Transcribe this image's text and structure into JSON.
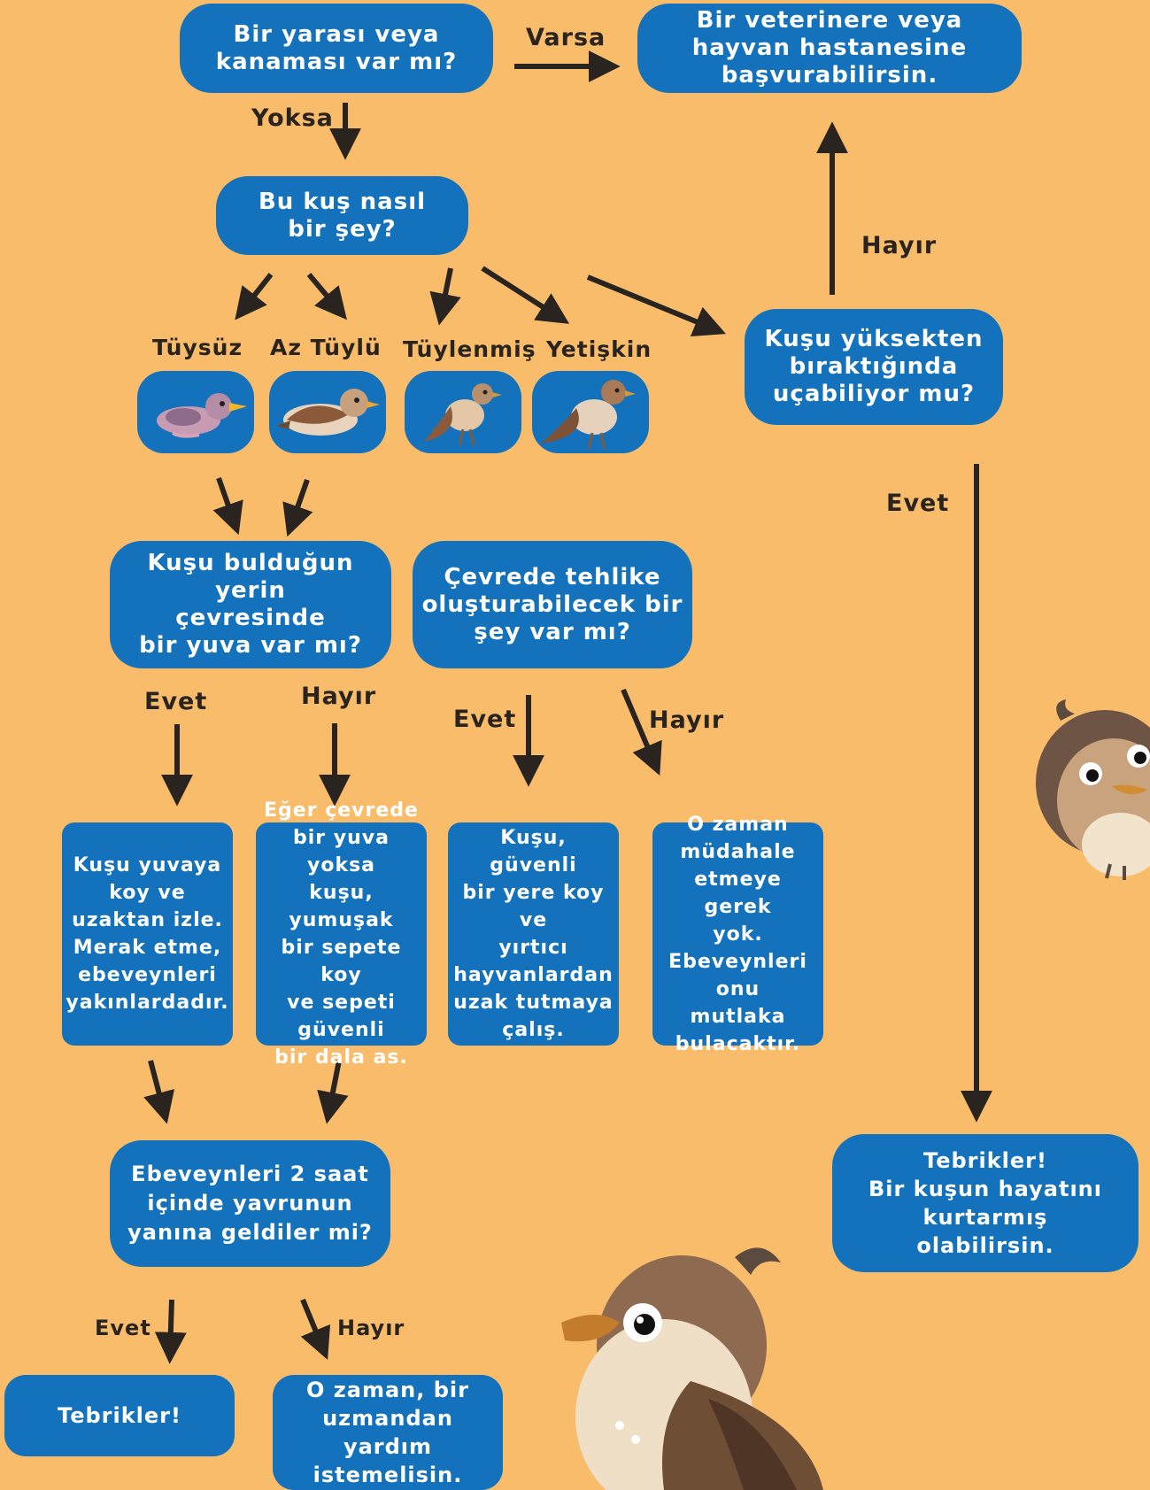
{
  "nodes": {
    "wound_question": "Bir yarası veya\nkanaması var mı?",
    "vet_advice": "Bir veterinere veya\nhayvan hastanesine\nbaşvurabilirsin.",
    "bird_kind_question": "Bu kuş nasıl\nbir şey?",
    "fly_question": "Kuşu yüksekten\nbıraktığında\nuçabiliyor mu?",
    "nest_question": "Kuşu bulduğun yerin\nçevresinde\nbir yuva var mı?",
    "danger_question": "Çevrede tehlike\noluşturabilecek bir\nşey var mı?",
    "nest_yes_action": "Kuşu yuvaya\nkoy ve\nuzaktan izle.\nMerak etme,\nebeveynleri\nyakınlardadır.",
    "nest_no_action": "Eğer çevrede\nbir yuva yoksa\nkuşu, yumuşak\nbir sepete koy\nve sepeti\ngüvenli\nbir dala as.",
    "danger_yes_action": "Kuşu, güvenli\nbir yere koy ve\nyırtıcı\nhayvanlardan\nuzak tutmaya\nçalış.",
    "danger_no_action": "O zaman\nmüdahale\netmeye gerek\nyok.\nEbeveynleri\nonu\nmutlaka\nbulacaktır.",
    "parents_question": "Ebeveynleri 2 saat\niçinde yavrunun\nyanına geldiler mi?",
    "congrats_saved": "Tebrikler!\nBir kuşun hayatını\nkurtarmış\nolabilirsin.",
    "congrats_short": "Tebrikler!",
    "expert_help": "O zaman, bir\nuzmandan\nyardım istemelisin."
  },
  "labels": {
    "varsa": "Varsa",
    "yoksa": "Yoksa",
    "hayir_fly": "Hayır",
    "evet_fly": "Evet",
    "evet_nest": "Evet",
    "hayir_nest": "Hayır",
    "evet_danger": "Evet",
    "hayir_danger": "Hayır",
    "evet_parents": "Evet",
    "hayir_parents": "Hayır"
  },
  "categories": [
    "Tüysüz",
    "Az Tüylü",
    "Tüylenmiş",
    "Yetişkin"
  ],
  "colors": {
    "background": "#F9BC6A",
    "node": "#1372BB",
    "text": "#FFFFFF",
    "arrow": "#2A2420"
  }
}
